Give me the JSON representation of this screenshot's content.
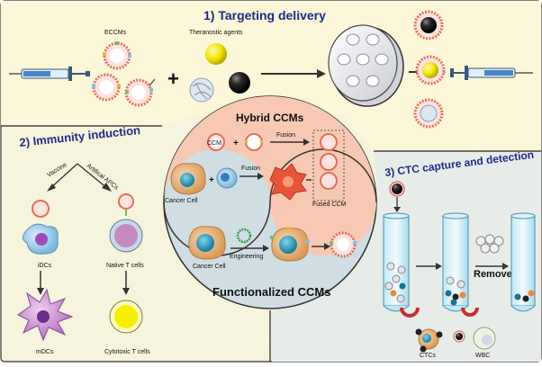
{
  "sections": {
    "targeting": "1) Targeting delivery",
    "immunity": "2) Immunity induction",
    "ctc": "3) CTC capture and detection"
  },
  "labels": {
    "eccms": "ECCMs",
    "theranostic": "Theranostic agents",
    "plus": "+",
    "hybrid": "Hybrid CCMs",
    "ccm": "CCM",
    "fusion": "Fusion",
    "fused_ccm": "Fused CCM",
    "cancer_cell": "Cancer Cell",
    "engineering": "Engineering",
    "functionalized": "Functionalized CCMs",
    "vaccine": "Vaccine",
    "artificial_apcs": "Artifical APCs",
    "idcs": "iDCs",
    "native_t": "Native T cells",
    "mdcs": "mDCs",
    "cytotoxic_t": "Cytotoxic T cells",
    "remove": "Remove",
    "ctcs": "CTCs",
    "wbc": "WBC"
  },
  "colors": {
    "top_panel": "#fbf7d8",
    "left_panel": "#f6f4dc",
    "right_panel": "#e8ece8",
    "hybrid_bg": "#f7c9b3",
    "functional_bg": "#d0dde3",
    "section_title": "#1f2a8a"
  }
}
